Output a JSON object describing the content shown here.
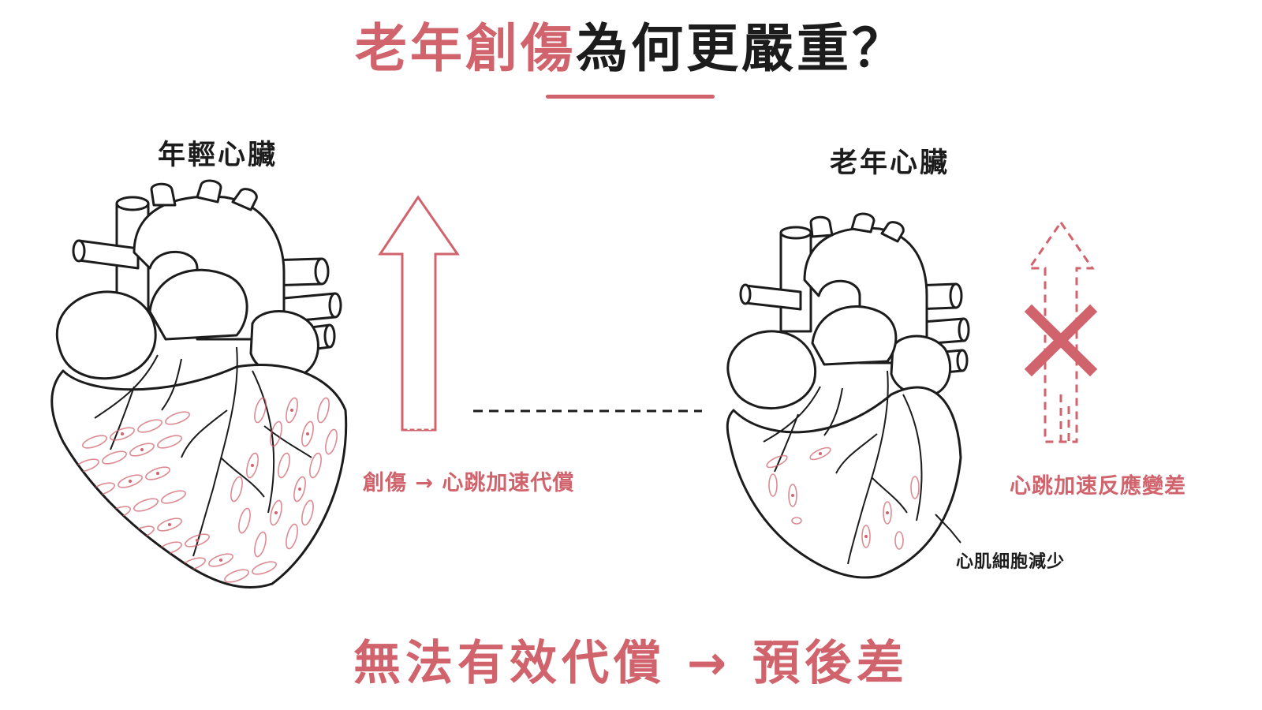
{
  "title": {
    "highlight": "老年創傷",
    "rest": "為何更嚴重？"
  },
  "young_heart": {
    "label": "年輕心臟",
    "compensation_text": "創傷 → 心跳加速代償"
  },
  "old_heart": {
    "label": "老年心臟",
    "response_text": "心跳加速反應變差",
    "callout": "心肌細胞減少"
  },
  "conclusion": "無法有效代償 → 預後差",
  "colors": {
    "accent": "#d1636d",
    "ink": "#1c1c1c",
    "background": "#ffffff"
  },
  "icons": {
    "young_arrow": "arrow-up-outline-icon",
    "old_arrow": "dashed-arrow-up-icon",
    "cross": "x-mark-icon"
  }
}
